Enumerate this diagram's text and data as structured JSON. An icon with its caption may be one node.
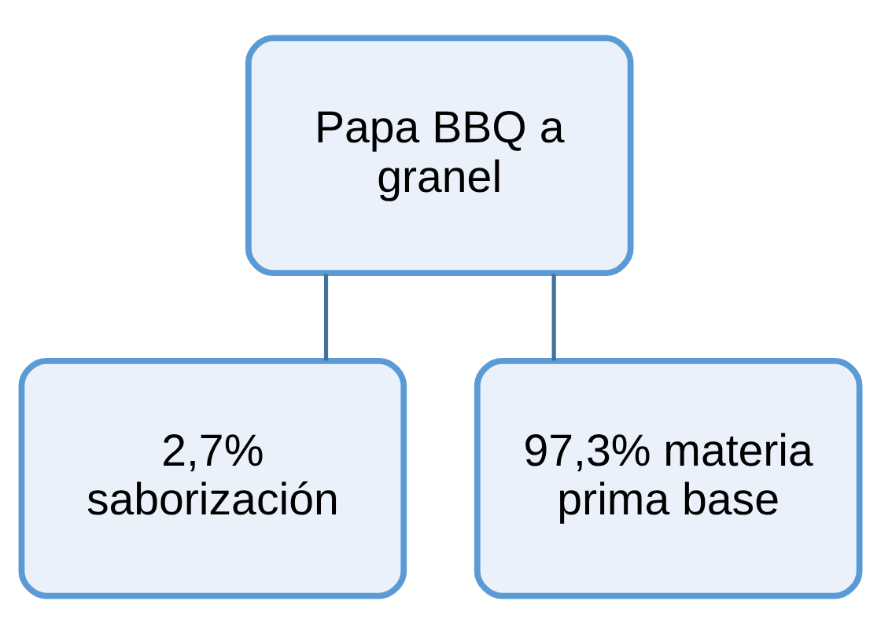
{
  "diagram": {
    "nodes": [
      {
        "text": [
          "Papa BBQ a granel"
        ]
      },
      {
        "text": [
          "2,7% saborización"
        ]
      },
      {
        "text": [
          "97,3% materia prima base"
        ]
      }
    ],
    "edges": [
      {
        "from": 0,
        "to": 1,
        "arrow": "none"
      },
      {
        "from": 0,
        "to": 2,
        "arrow": "none"
      }
    ]
  }
}
